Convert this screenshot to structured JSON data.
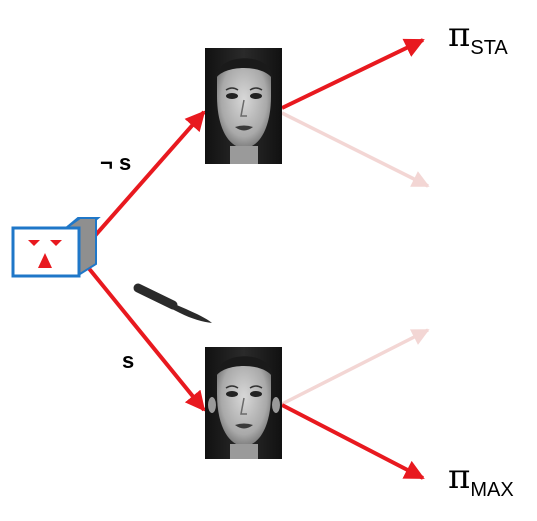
{
  "edges": {
    "not_s_label": "¬ s",
    "s_label": "s"
  },
  "outcomes": {
    "top": {
      "symbol": "π",
      "subscript": "STA"
    },
    "bottom": {
      "symbol": "π",
      "subscript": "MAX"
    }
  },
  "colors": {
    "strong_arrow": "#e8191f",
    "faded_arrow": "#f3d6d4",
    "box_border": "#1f77c8",
    "box_side": "#8f8f8f",
    "box_face_marks": "#e8191f"
  },
  "icons": {
    "box": "robot-box-icon",
    "scalpel": "scalpel-icon",
    "face_top": "face-portrait",
    "face_bottom": "face-portrait"
  }
}
